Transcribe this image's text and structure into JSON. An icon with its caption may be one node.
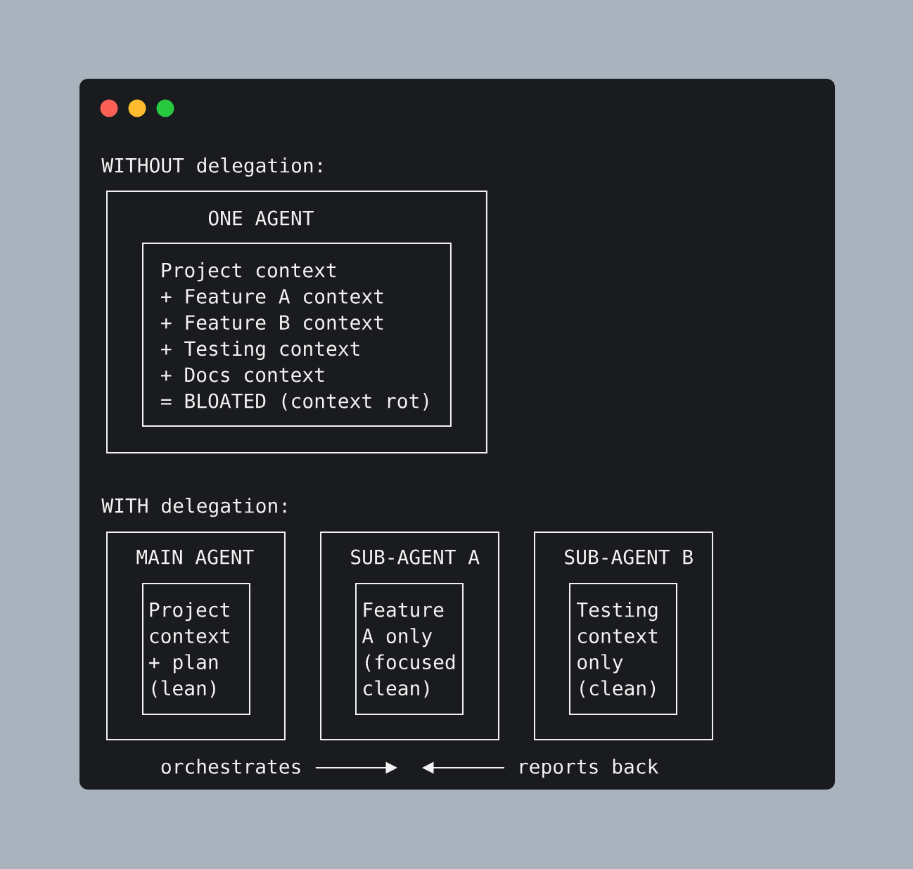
{
  "diagram": {
    "nodes": [
      {
        "text": [
          "ONE AGENT"
        ]
      },
      {
        "text": [
          "Project context",
          "+ Feature A context",
          "+ Feature B context",
          "+ Testing context",
          "+ Docs context",
          "= BLOATED (context rot)"
        ],
        "in": 0
      },
      {
        "text": [
          "MAIN AGENT"
        ]
      },
      {
        "text": [
          "Project context + plan (lean)"
        ],
        "in": 2
      },
      {
        "text": [
          "SUB-AGENT A"
        ]
      },
      {
        "text": [
          "Feature A only (focused clean)"
        ],
        "in": 4
      },
      {
        "text": [
          "SUB-AGENT B"
        ]
      },
      {
        "text": [
          "Testing context only (clean)"
        ],
        "in": 6
      },
      {
        "text": [
          "orchestrates"
        ]
      },
      {
        "text": [
          "reports back"
        ]
      }
    ],
    "edges": [
      {
        "from": 8,
        "to": null,
        "arrow": "to"
      },
      {
        "from": 9,
        "to": null,
        "arrow": "to"
      }
    ],
    "labels": [
      "WITHOUT delegation:",
      "WITH delegation:"
    ]
  }
}
